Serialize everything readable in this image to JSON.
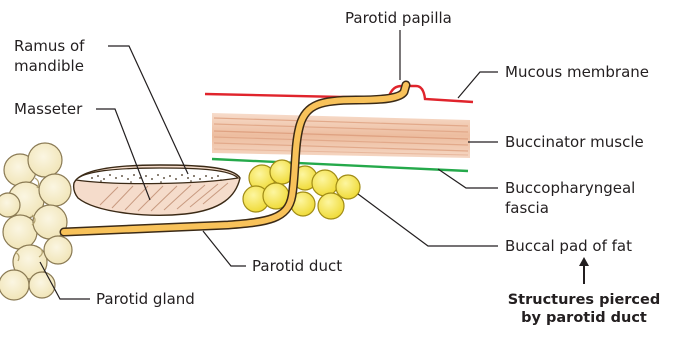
{
  "labels": {
    "parotid_papilla": "Parotid papilla",
    "ramus_line1": "Ramus of",
    "ramus_line2": "mandible",
    "masseter": "Masseter",
    "mucous_membrane": "Mucous membrane",
    "buccinator_muscle": "Buccinator muscle",
    "buccopharyngeal_line1": "Buccopharyngeal",
    "buccopharyngeal_line2": "fascia",
    "buccal_pad": "Buccal pad of fat",
    "parotid_duct": "Parotid duct",
    "parotid_gland": "Parotid gland",
    "structures_line1": "Structures pierced",
    "structures_line2": "by parotid duct"
  },
  "colors": {
    "duct_fill": "#f8c25a",
    "duct_outline": "#3b2a16",
    "fat_fill": "#f4e34c",
    "gland_fill": "#f6eec8",
    "muscle_stripe": "#e9b89a",
    "mucous_membrane": "#e0242c",
    "fascia": "#25a94b",
    "leader": "#231f20"
  }
}
